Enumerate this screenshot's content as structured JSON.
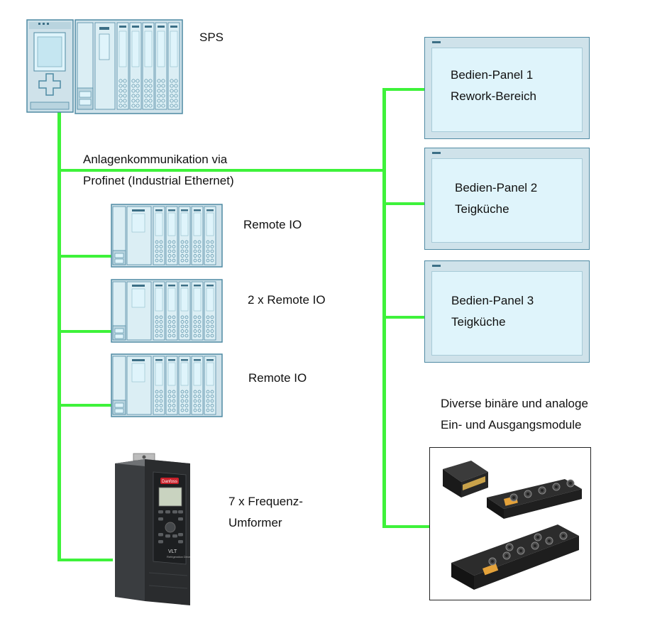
{
  "labels": {
    "sps": "SPS",
    "bus_line1": "Anlagenkommunikation via",
    "bus_line2": "Profinet (Industrial Ethernet)",
    "remote_io_1": "Remote IO",
    "remote_io_2": "2 x Remote IO",
    "remote_io_3": "Remote IO",
    "fu_line1": "7 x Frequenz-",
    "fu_line2": "Umformer",
    "modules_line1": "Diverse binäre und analoge",
    "modules_line2": "Ein- und Ausgangsmodule"
  },
  "panels": [
    {
      "line1": "Bedien-Panel 1",
      "line2": "Rework-Bereich"
    },
    {
      "line1": "Bedien-Panel 2",
      "line2": "Teigküche"
    },
    {
      "line1": "Bedien-Panel 3",
      "line2": "Teigküche"
    }
  ],
  "drive": {
    "brand_text": "Danfoss",
    "model_text": "VLT",
    "sub_text": "Refrigeration Drive"
  },
  "colors": {
    "network_line": "#3ef23a",
    "device_body": "#cfe2ea",
    "device_outline": "#4f8aa3",
    "panel_screen": "#dff4fb"
  }
}
